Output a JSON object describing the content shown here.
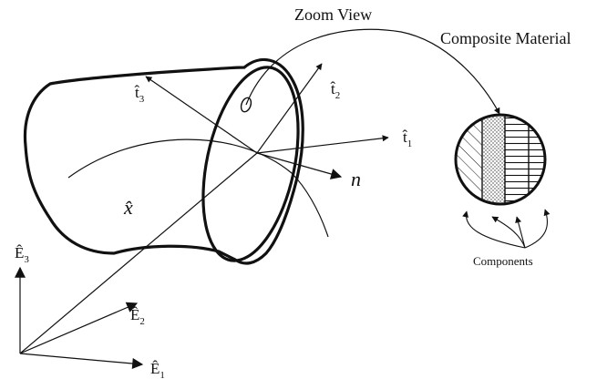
{
  "labels": {
    "zoom_view": "Zoom View",
    "composite_material": "Composite Material",
    "components": "Components",
    "t1": "t̂",
    "t1_sub": "1",
    "t2": "t̂",
    "t2_sub": "2",
    "t3": "t̂",
    "t3_sub": "3",
    "n": "n",
    "x": "x̂",
    "E1": "Ê",
    "E1_sub": "1",
    "E2": "Ê",
    "E2_sub": "2",
    "E3": "Ê",
    "E3_sub": "3"
  }
}
